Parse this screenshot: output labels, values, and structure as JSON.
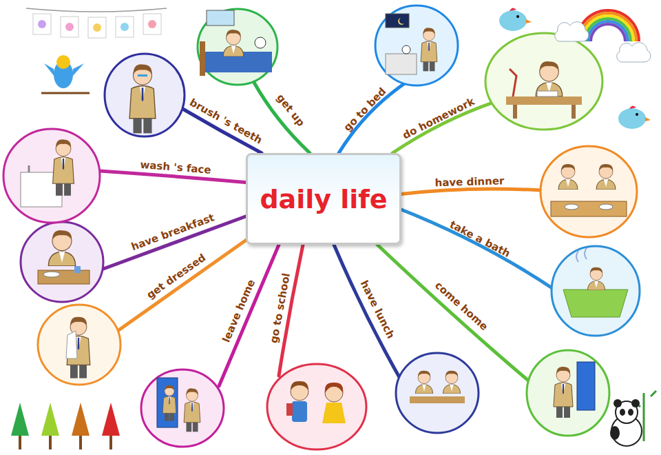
{
  "diagram": {
    "nodes": [
      {
        "text": [
          "daily life"
        ]
      }
    ],
    "labels": [
      "get up",
      "go to bed",
      "do homework",
      "have dinner",
      "take a bath",
      "come home",
      "have lunch",
      "go to school",
      "leave home",
      "get dressed",
      "have breakfast",
      "wash 's face",
      "brush 's teeth"
    ]
  }
}
